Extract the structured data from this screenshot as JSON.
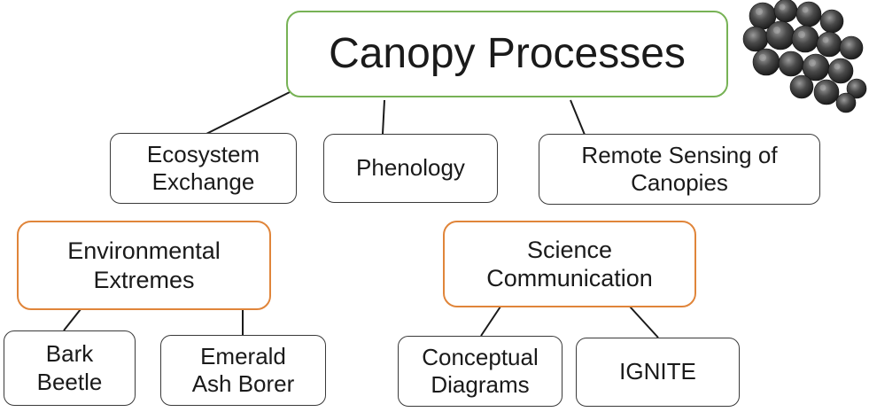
{
  "diagram": {
    "root": {
      "label": "Canopy Processes",
      "border_color": "#77b255"
    },
    "nodes": {
      "ecosystem_exchange": {
        "lines": [
          "Ecosystem",
          "Exchange"
        ]
      },
      "phenology": {
        "lines": [
          "Phenology"
        ]
      },
      "remote_sensing": {
        "lines": [
          "Remote Sensing of",
          "Canopies"
        ]
      },
      "environmental_extremes": {
        "lines": [
          "Environmental",
          "Extremes"
        ],
        "border_color": "#e0853a"
      },
      "science_communication": {
        "lines": [
          "Science",
          "Communication"
        ],
        "border_color": "#e0853a"
      },
      "bark_beetle": {
        "lines": [
          "Bark",
          "Beetle"
        ]
      },
      "emerald_ash_borer": {
        "lines": [
          "Emerald",
          "Ash Borer"
        ]
      },
      "conceptual_diagrams": {
        "lines": [
          "Conceptual",
          "Diagrams"
        ]
      },
      "ignite": {
        "lines": [
          "IGNITE"
        ]
      }
    },
    "canopy_image": {
      "icon": "tree-canopy-icon",
      "color": "#3a3a3a"
    }
  }
}
